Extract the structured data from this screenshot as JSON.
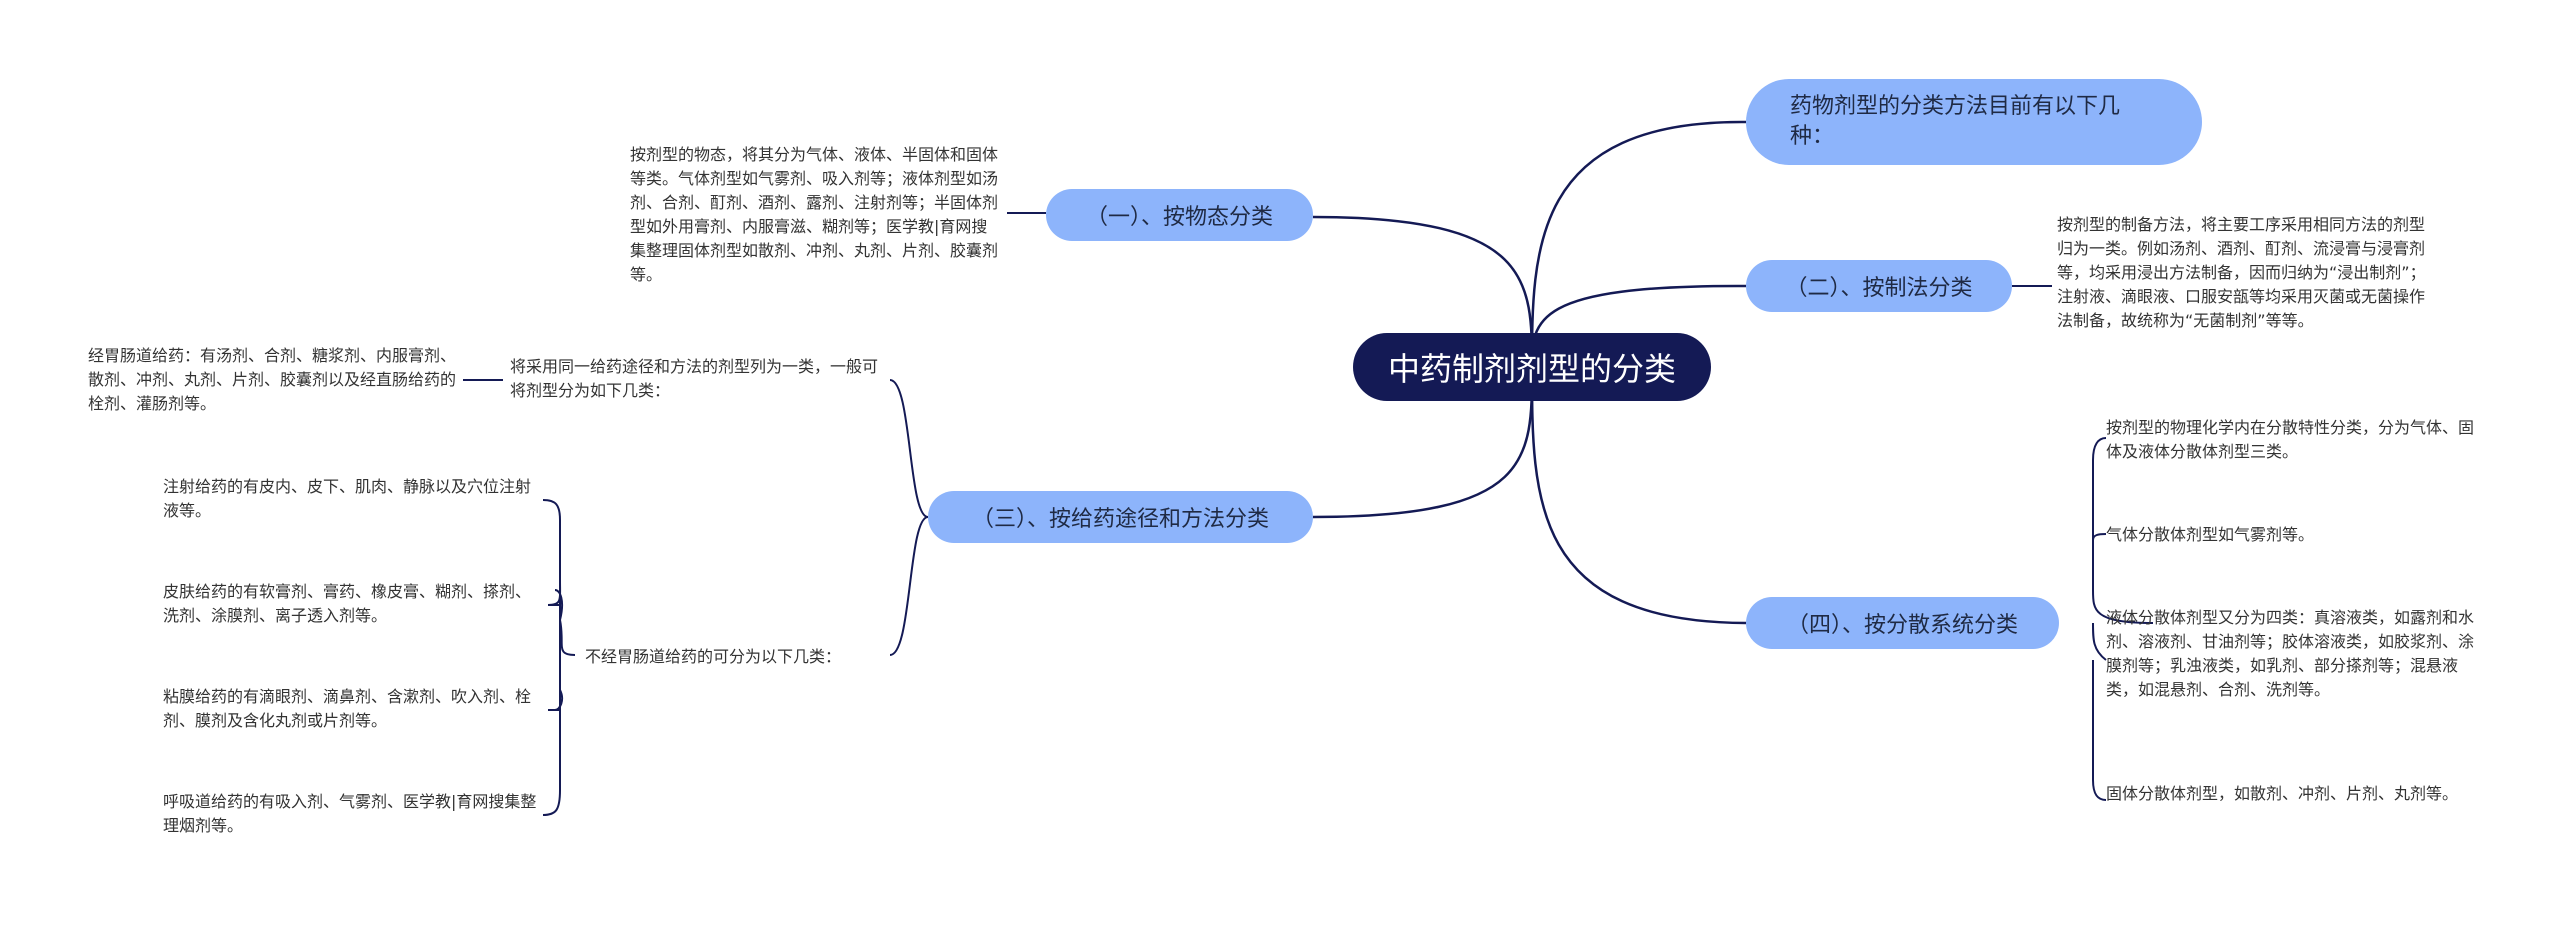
{
  "root": "中药制剂剂型的分类",
  "branches": {
    "intro": "药物剂型的分类方法目前有以下几种：",
    "b1": "（一）、按物态分类",
    "b2": "（二）、按制法分类",
    "b3": "（三）、按给药途径和方法分类",
    "b4": "（四）、按分散系统分类"
  },
  "texts": {
    "b1_detail": "按剂型的物态，将其分为气体、液体、半固体和固体等类。气体剂型如气雾剂、吸入剂等；液体剂型如汤剂、合剂、酊剂、酒剂、露剂、注射剂等；半固体剂型如外用膏剂、内服膏滋、糊剂等；医学教|育网搜集整理固体剂型如散剂、冲剂、丸剂、片剂、胶囊剂等。",
    "b2_detail": "按剂型的制备方法，将主要工序采用相同方法的剂型归为一类。例如汤剂、酒剂、酊剂、流浸膏与浸膏剂等，均采用浸出方法制备，因而归纳为“浸出制剂”；注射液、滴眼液、口服安瓿等均采用灭菌或无菌操作法制备，故统称为“无菌制剂”等等。",
    "b3_sub1": "将采用同一给药途径和方法的剂型列为一类，一般可将剂型分为如下几类：",
    "b3_sub1_leaf": "经胃肠道给药：有汤剂、合剂、糖浆剂、内服膏剂、散剂、冲剂、丸剂、片剂、胶囊剂以及经直肠给药的栓剂、灌肠剂等。",
    "b3_sub2": "不经胃肠道给药的可分为以下几类：",
    "b3_sub2_leaf1": "注射给药的有皮内、皮下、肌肉、静脉以及穴位注射液等。",
    "b3_sub2_leaf2": "皮肤给药的有软膏剂、膏药、橡皮膏、糊剂、搽剂、洗剂、涂膜剂、离子透入剂等。",
    "b3_sub2_leaf3": "粘膜给药的有滴眼剂、滴鼻剂、含漱剂、吹入剂、栓剂、膜剂及含化丸剂或片剂等。",
    "b3_sub2_leaf4": "呼吸道给药的有吸入剂、气雾剂、医学教|育网搜集整理烟剂等。",
    "b4_leaf1": "按剂型的物理化学内在分散特性分类，分为气体、固体及液体分散体剂型三类。",
    "b4_leaf2": "气体分散体剂型如气雾剂等。",
    "b4_leaf3": "液体分散体剂型又分为四类：真溶液类，如露剂和水剂、溶液剂、甘油剂等；胶体溶液类，如胶浆剂、涂膜剂等；乳浊液类，如乳剂、部分搽剂等；混悬液类，如混悬剂、合剂、洗剂等。",
    "b4_leaf4": "固体分散体剂型，如散剂、冲剂、片剂、丸剂等。"
  },
  "colors": {
    "root_bg": "#141a55",
    "branch_bg": "#8db4fb",
    "line": "#141a55"
  }
}
